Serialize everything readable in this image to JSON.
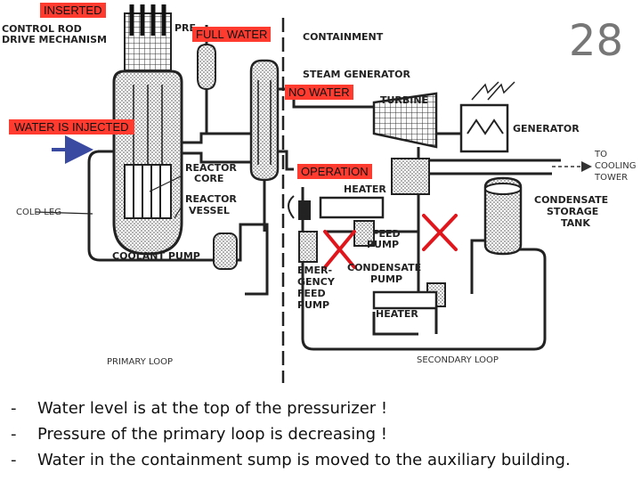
{
  "slide_number": "28",
  "tags": {
    "inserted": "INSERTED",
    "full_water": "FULL WATER",
    "no_water": "NO WATER",
    "water_injected": "WATER IS INJECTED",
    "operation": "OPERATION"
  },
  "labels": {
    "control_rod_1": "CONTROL ROD",
    "control_rod_2": "DRIVE MECHANISM",
    "pre": "PRE",
    "containment": "CONTAINMENT",
    "steam_generator": "STEAM GENERATOR",
    "turbine": "TURBINE",
    "generator": "GENERATOR",
    "to_cooling_1": "TO",
    "to_cooling_2": "COOLING",
    "to_cooling_3": "TOWER",
    "reactor_core_1": "REACTOR",
    "reactor_core_2": "CORE",
    "reactor_vessel_1": "REACTOR",
    "reactor_vessel_2": "VESSEL",
    "heater_top": "HEATER",
    "cold_leg": "COLD LEG",
    "feed_pump_1": "FEED",
    "feed_pump_2": "PUMP",
    "condensate_tank_1": "CONDENSATE",
    "condensate_tank_2": "STORAGE",
    "condensate_tank_3": "TANK",
    "coolant_pump": "COOLANT PUMP",
    "emer_1": "EMER-",
    "emer_2": "GENCY",
    "emer_3": "FEED",
    "emer_4": "PUMP",
    "condensate_pump_1": "CONDENSATE",
    "condensate_pump_2": "PUMP",
    "heater_bottom": "HEATER",
    "primary_loop": "PRIMARY LOOP",
    "secondary_loop": "SECONDARY LOOP"
  },
  "bullets": [
    "Water level is at the top of the pressurizer !",
    "Pressure of the primary loop is decreasing !",
    "Water in the containment sump is moved to the auxiliary building."
  ],
  "colors": {
    "tag": "#ff3b30",
    "cross": "#e0161c",
    "arrow": "#3a4aa0"
  }
}
